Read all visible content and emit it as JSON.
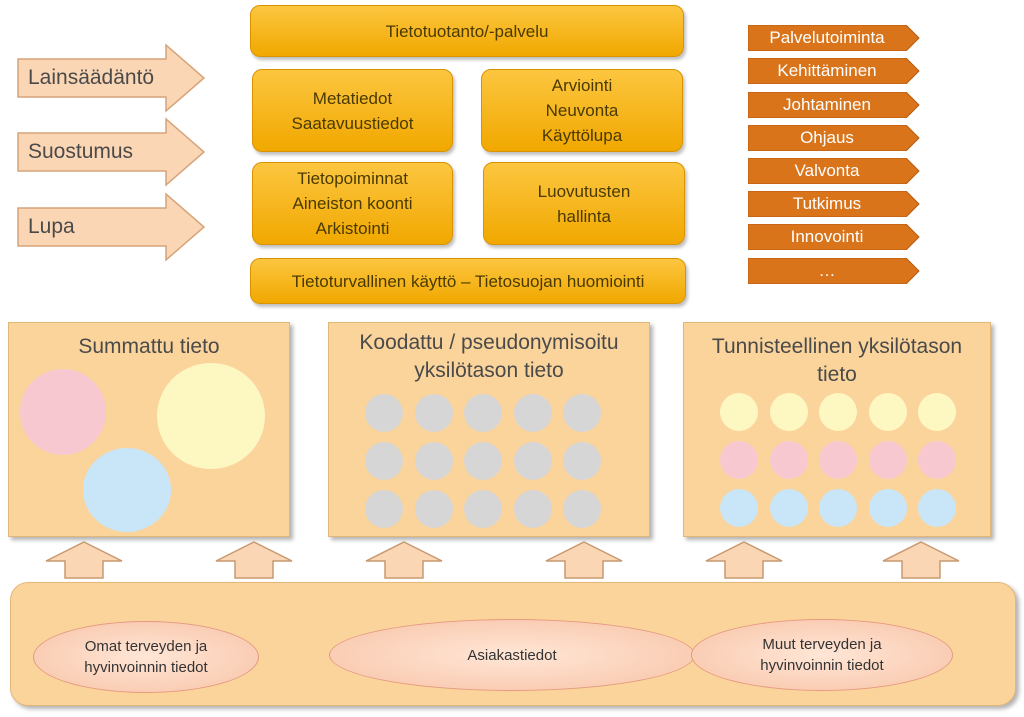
{
  "left_arrows": [
    "Lainsäädäntö",
    "Suostumus",
    "Lupa"
  ],
  "top_box": "Tietotuotanto/-palvelu",
  "middle_boxes": {
    "metadata": [
      "Metatiedot",
      "Saatavuustiedot"
    ],
    "advisory": [
      "Arviointi",
      "Neuvonta",
      "Käyttölupa"
    ],
    "extraction": [
      "Tietopoiminnat",
      "Aineiston koonti",
      "Arkistointi"
    ],
    "disclosure": [
      "Luovutusten",
      "hallinta"
    ]
  },
  "bottom_box": "Tietoturvallinen käyttö – Tietosuojan huomiointi",
  "uses": [
    "Palvelutoiminta",
    "Kehittäminen",
    "Johtaminen",
    "Ohjaus",
    "Valvonta",
    "Tutkimus",
    "Innovointi",
    "…"
  ],
  "panels": {
    "aggregated": "Summattu tieto",
    "coded": [
      "Koodattu / pseudonymisoitu",
      "yksilötason tieto"
    ],
    "identifiable": [
      "Tunnisteellinen yksilötason",
      "tieto"
    ]
  },
  "sources": {
    "own": [
      "Omat terveyden ja",
      "hyvinvoinnin tiedot"
    ],
    "client": "Asiakastiedot",
    "other": [
      "Muut terveyden ja",
      "hyvinvoinnin tiedot"
    ]
  },
  "colors": {
    "service_box": "#f6b60f",
    "tag": "#d9741b",
    "panel": "#fbd49c",
    "dot_pink": "#f8c8d0",
    "dot_yellow": "#fdf7c2",
    "dot_blue": "#c8e6f7",
    "dot_gray": "#d6d6d6"
  }
}
